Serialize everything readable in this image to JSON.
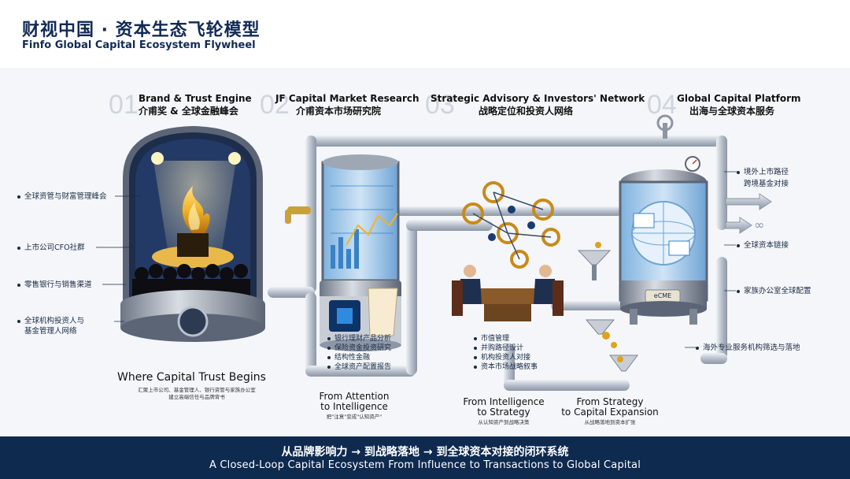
{
  "header": {
    "title_cn": "财视中国 · 资本生态飞轮模型",
    "title_en": "Finfo Global Capital Ecosystem Flywheel"
  },
  "stages": [
    {
      "num": "01",
      "en": "Brand & Trust Engine",
      "cn": "介甫奖 & 全球金融峰会"
    },
    {
      "num": "02",
      "en": "JF Capital Market Research",
      "cn": "介甫资本市场研究院"
    },
    {
      "num": "03",
      "en": "Strategic Advisory & Investors' Network",
      "cn": "战略定位和投资人网络"
    },
    {
      "num": "04",
      "en": "Global Capital Platform",
      "cn": "出海与全球资本服务"
    }
  ],
  "left_labels": [
    "全球资管与财富管理峰会",
    "上市公司CFO社群",
    "零售银行与销售渠道",
    "全球机构投资人与",
    "基金管理人网络"
  ],
  "right_labels": [
    "境外上市路径",
    "跨境基金对接",
    "全球资本链接",
    "家族办公室全球配置",
    "海外专业服务机构筛选与落地"
  ],
  "research_list": [
    "银行理财产品分析",
    "保险资金投资研究",
    "结构性金融",
    "全球资产配置报告"
  ],
  "advisory_list": [
    "市值管理",
    "并购路径设计",
    "机构投资人对接",
    "资本市场战略叙事"
  ],
  "captions": {
    "trust": "Where Capital Trust Begins",
    "trust_small_1": "汇聚上市公司、基金管理人、银行资管与家族办公室",
    "trust_small_2": "建立高端信任与品牌背书",
    "attention_1": "From Attention",
    "attention_2": "to Intelligence",
    "attention_small": "把\"注意\"变成\"认知资产\"",
    "intelligence_1": "From Intelligence",
    "intelligence_2": "to Strategy",
    "intelligence_small": "从认知资产到战略决策",
    "strategy_1": "From Strategy",
    "strategy_2": "to Capital Expansion",
    "strategy_small": "从战略落地到资本扩张"
  },
  "tank_badge": "eCME",
  "footer": {
    "cn": "从品牌影响力 → 到战略落地 → 到全球资本对接的闭环系统",
    "en": "A Closed-Loop Capital Ecosystem From Influence to Transactions to Global Capital"
  },
  "colors": {
    "navy": "#0f2a4f",
    "gold": "#e0a21c",
    "pipe": "#c9ced6"
  }
}
